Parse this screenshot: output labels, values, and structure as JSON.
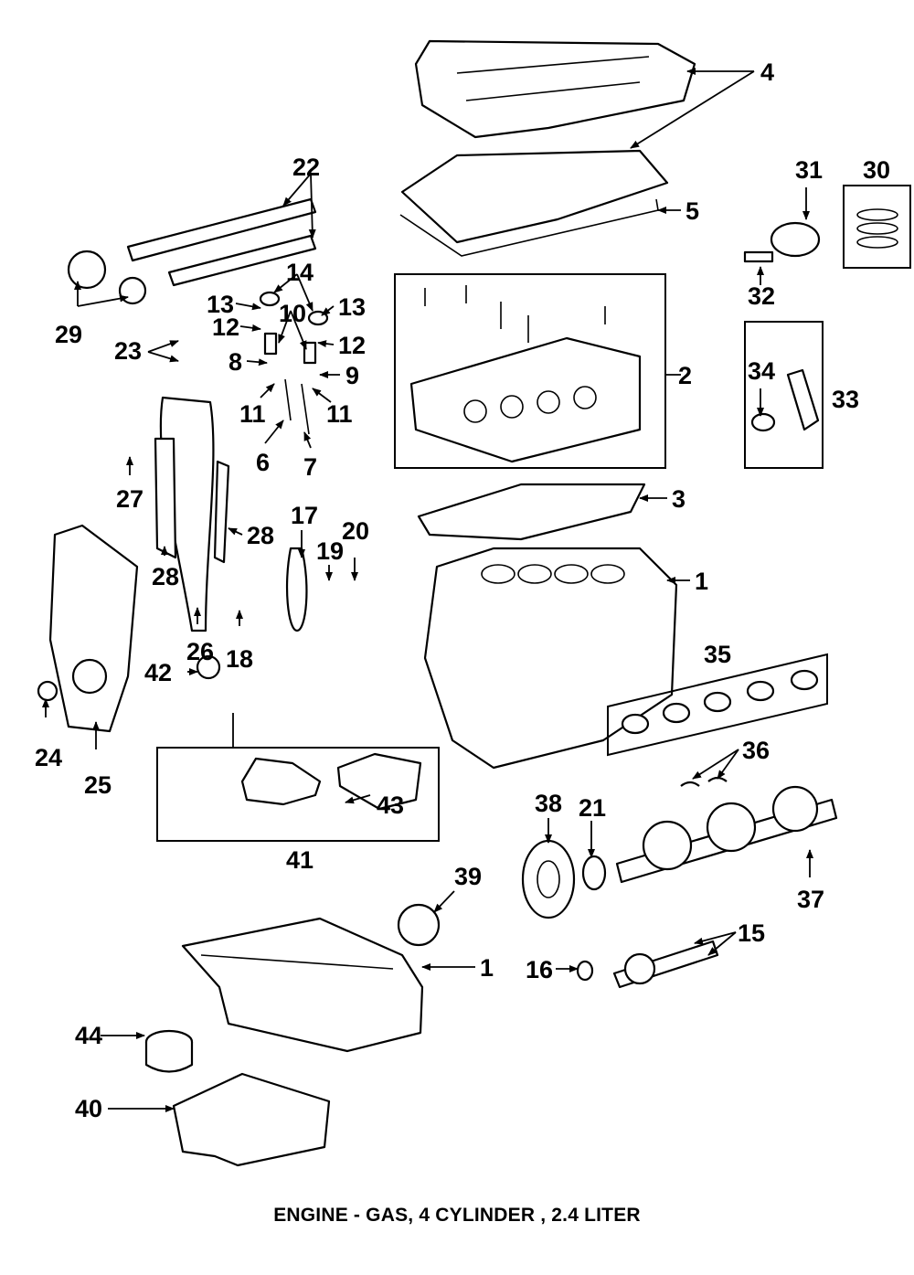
{
  "diagram": {
    "caption": "ENGINE - GAS, 4 CYLINDER ,  2.4 LITER",
    "callouts": [
      "1",
      "2",
      "3",
      "4",
      "5",
      "6",
      "7",
      "8",
      "9",
      "10",
      "11",
      "11",
      "12",
      "12",
      "13",
      "13",
      "14",
      "15",
      "16",
      "17",
      "18",
      "19",
      "20",
      "21",
      "22",
      "23",
      "24",
      "25",
      "26",
      "27",
      "28",
      "28",
      "29",
      "30",
      "31",
      "32",
      "33",
      "34",
      "35",
      "36",
      "37",
      "38",
      "39",
      "40",
      "41",
      "42",
      "43",
      "44",
      "1"
    ]
  }
}
